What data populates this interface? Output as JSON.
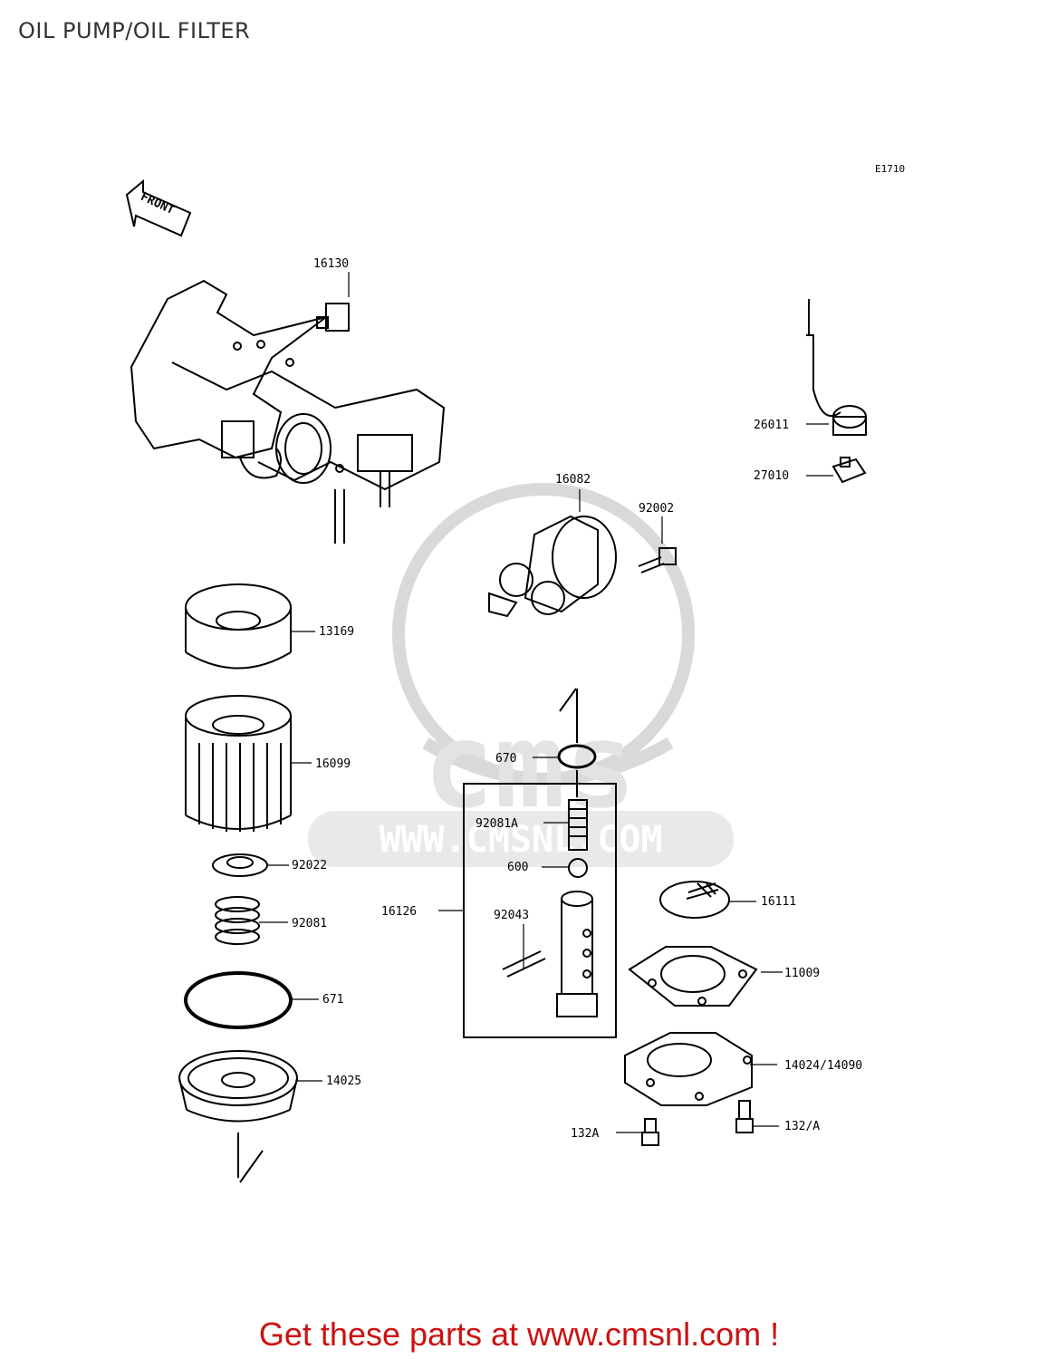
{
  "header": {
    "title": "OIL PUMP/OIL FILTER",
    "diagram_code": "E1710"
  },
  "front_arrow": "FRONT",
  "watermark": {
    "brand": "cms",
    "url": "WWW.CMSNL.COM"
  },
  "parts": [
    {
      "id": "16130"
    },
    {
      "id": "26011"
    },
    {
      "id": "27010"
    },
    {
      "id": "16082"
    },
    {
      "id": "92002"
    },
    {
      "id": "13169"
    },
    {
      "id": "16099"
    },
    {
      "id": "670"
    },
    {
      "id": "92081A"
    },
    {
      "id": "600"
    },
    {
      "id": "92043"
    },
    {
      "id": "16126"
    },
    {
      "id": "92022"
    },
    {
      "id": "92081"
    },
    {
      "id": "16111"
    },
    {
      "id": "11009"
    },
    {
      "id": "671"
    },
    {
      "id": "14024/14090"
    },
    {
      "id": "14025"
    },
    {
      "id": "132A"
    },
    {
      "id": "132/A"
    }
  ],
  "footer": {
    "text": "Get these parts at www.cmsnl.com !"
  },
  "colors": {
    "line": "#000000",
    "watermark": "#d6d6d6",
    "footer": "#cc1111"
  }
}
